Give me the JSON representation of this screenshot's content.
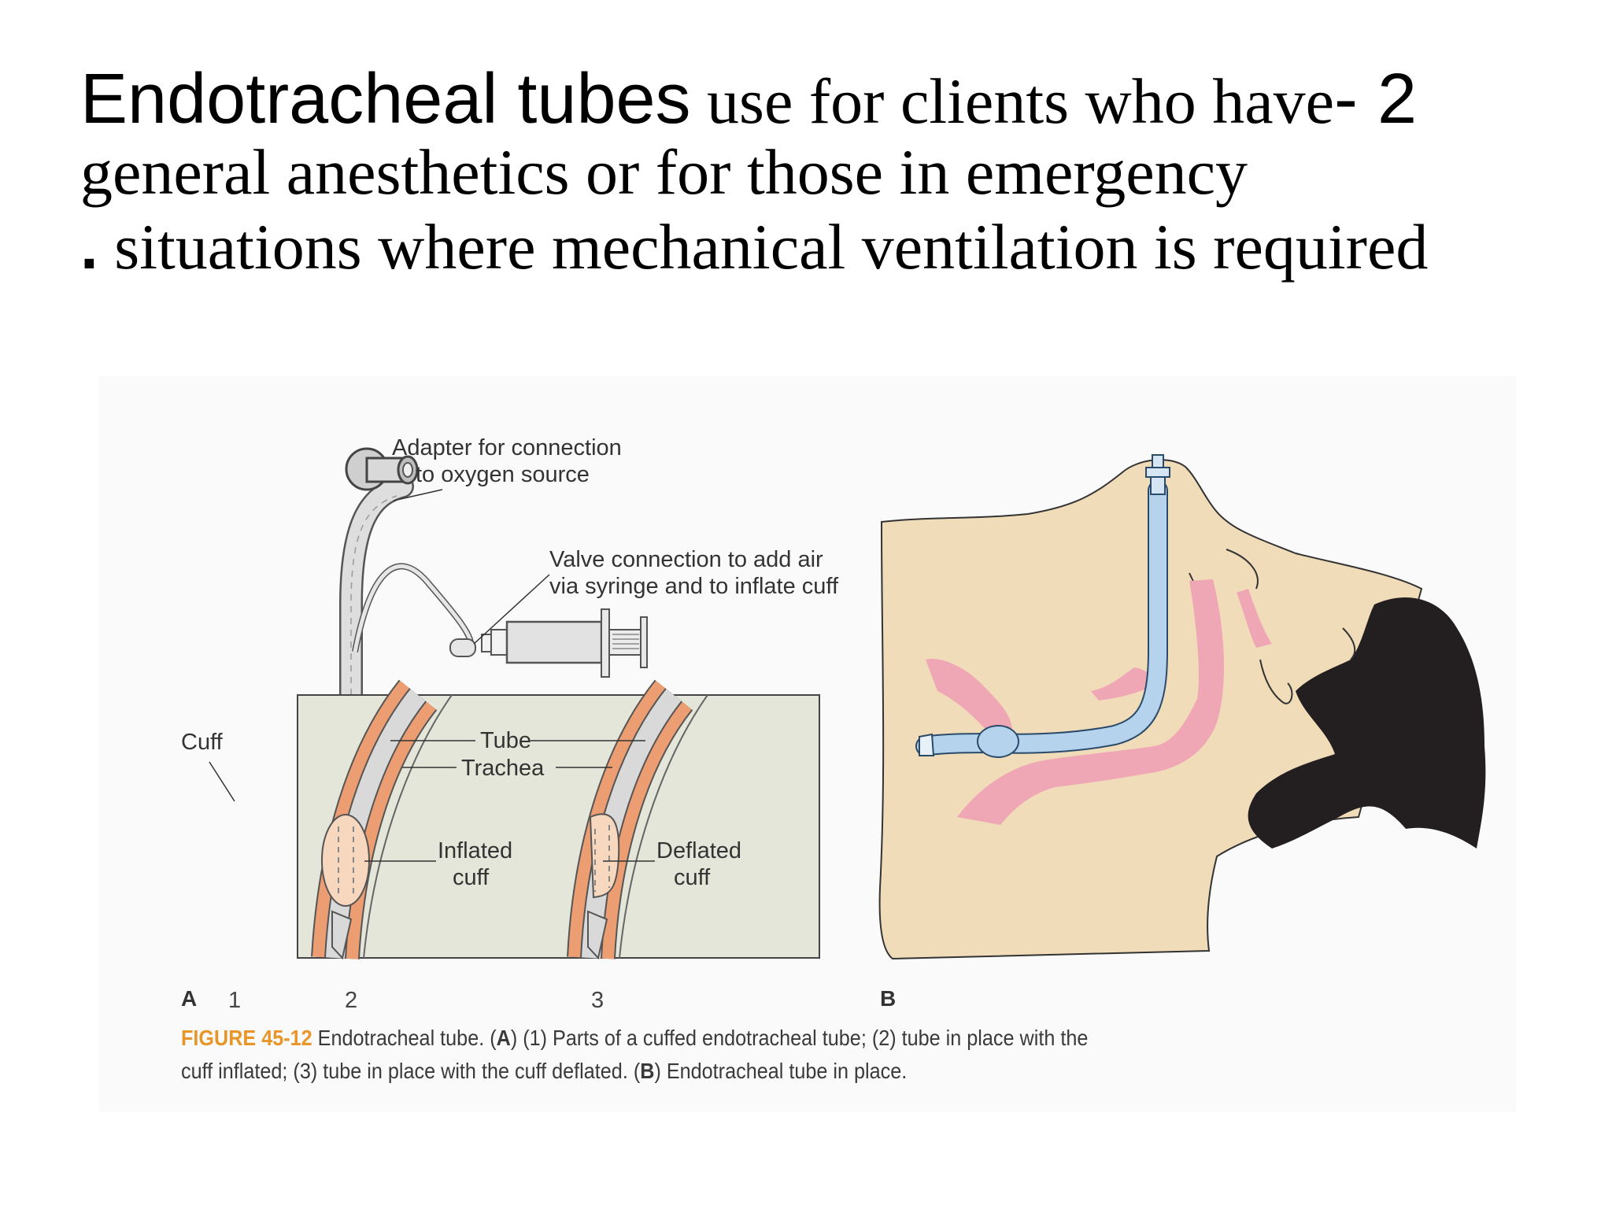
{
  "heading": {
    "title_sans": "Endotracheal tubes",
    "title_serif": " use for clients who have",
    "number": "- 2",
    "line2": "general anesthetics or for those in emergency",
    "line3_dot": ".",
    "line3_text": " situations where mechanical ventilation is required"
  },
  "figure": {
    "labels": {
      "adapter_line1": "Adapter for connection",
      "adapter_line2": "to oxygen source",
      "valve_line1": "Valve connection to add air",
      "valve_line2": "via syringe and to inflate cuff",
      "cuff": "Cuff",
      "tube": "Tube",
      "trachea": "Trachea",
      "inflated_line1": "Inflated",
      "inflated_line2": "cuff",
      "deflated_line1": "Deflated",
      "deflated_line2": "cuff"
    },
    "panel_letters": {
      "a": "A",
      "b": "B"
    },
    "panel_numbers": [
      "1",
      "2",
      "3"
    ],
    "caption": {
      "figure_label": "FIGURE 45-12",
      "text_1": " Endotracheal tube. (",
      "bold_a": "A",
      "text_2": ") (1) Parts of a cuffed endotracheal tube; (2) tube in place with the cuff inflated; (3) tube in place with the cuff deflated. (",
      "bold_b": "B",
      "text_3": ") Endotracheal tube in place."
    },
    "colors": {
      "skin": "#f1dcba",
      "hair": "#231f20",
      "airway": "#f0a7b5",
      "tube_blue": "#b6d3ee",
      "trachea_orange": "#ec9e72",
      "inset_bg": "#e4e6d9",
      "cuff_peach": "#f8d7bf",
      "caption_label": "#e8962a"
    },
    "icons": [
      "syringe-icon",
      "adapter-icon",
      "head-icon"
    ]
  }
}
